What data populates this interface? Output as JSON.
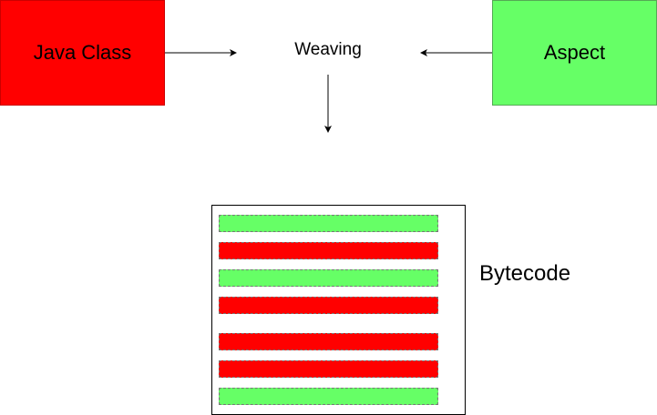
{
  "diagram": {
    "java_class": {
      "label": "Java Class",
      "color": "#ff0000"
    },
    "aspect": {
      "label": "Aspect",
      "color": "#66ff66"
    },
    "weaving": {
      "label": "Weaving"
    },
    "bytecode": {
      "label": "Bytecode",
      "stripes": [
        {
          "kind": "aspect",
          "color": "#66ff66"
        },
        {
          "kind": "java",
          "color": "#ff0000"
        },
        {
          "kind": "aspect",
          "color": "#66ff66"
        },
        {
          "kind": "java",
          "color": "#ff0000"
        },
        {
          "kind": "java",
          "color": "#ff0000"
        },
        {
          "kind": "java",
          "color": "#ff0000"
        },
        {
          "kind": "aspect",
          "color": "#66ff66"
        }
      ]
    }
  }
}
